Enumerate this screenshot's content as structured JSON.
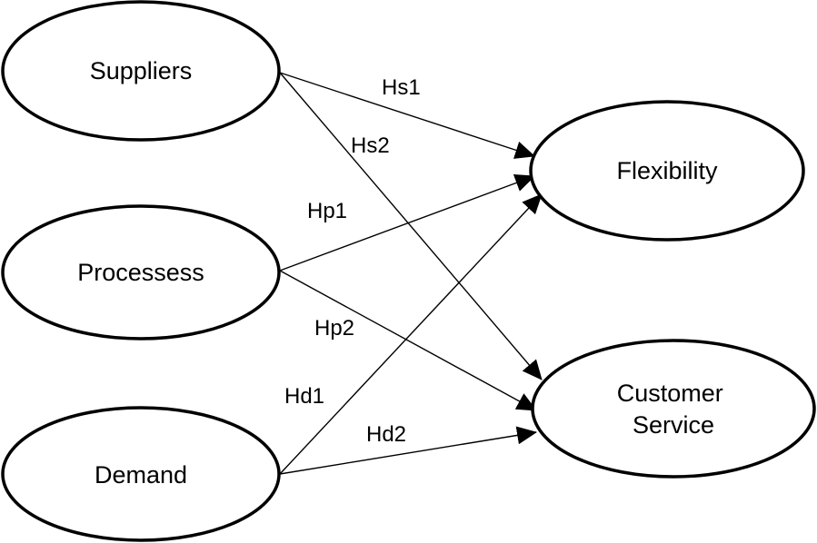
{
  "nodes": {
    "suppliers": {
      "label": "Suppliers"
    },
    "processes": {
      "label": "Processess"
    },
    "demand": {
      "label": "Demand"
    },
    "flexibility": {
      "label": "Flexibility"
    },
    "customer_service": {
      "label_lines": [
        "Customer",
        "Service"
      ]
    }
  },
  "edges": {
    "hs1": {
      "label": "Hs1",
      "from": "Suppliers",
      "to": "Flexibility"
    },
    "hs2": {
      "label": "Hs2",
      "from": "Suppliers",
      "to": "Customer Service"
    },
    "hp1": {
      "label": "Hp1",
      "from": "Processess",
      "to": "Flexibility"
    },
    "hp2": {
      "label": "Hp2",
      "from": "Processess",
      "to": "Customer Service"
    },
    "hd1": {
      "label": "Hd1",
      "from": "Demand",
      "to": "Flexibility"
    },
    "hd2": {
      "label": "Hd2",
      "from": "Demand",
      "to": "Customer Service"
    }
  },
  "colors": {
    "stroke": "#000000",
    "background": "#ffffff"
  }
}
